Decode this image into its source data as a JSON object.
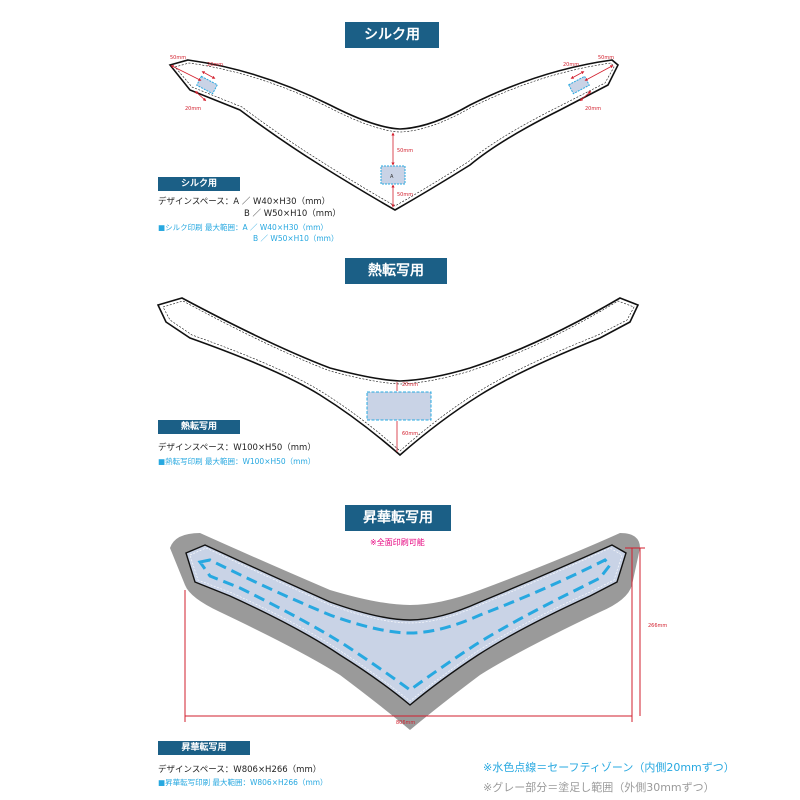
{
  "silk": {
    "banner": "シルク用",
    "sub_label": "シルク用",
    "spec_a": "デザインスペース：A ／ W40×H30（mm）",
    "spec_b": "B ／ W50×H10（mm）",
    "print_a": "■シルク印刷 最大範囲：A ／ W40×H30（mm）",
    "print_b": "B ／ W50×H10（mm）",
    "dims": {
      "d50_left": "50mm",
      "d20_left_top": "20mm",
      "d20_left_bottom": "20mm",
      "d20_right_top": "20mm",
      "d50_right": "50mm",
      "d20_right_bottom": "20mm",
      "d50_center_top": "50mm",
      "d50_center_bottom": "50mm",
      "area_a": "A"
    }
  },
  "heat": {
    "banner": "熱転写用",
    "sub_label": "熱転写用",
    "spec": "デザインスペース：W100×H50（mm）",
    "print": "■熱転写印刷 最大範囲：W100×H50（mm）",
    "dims": {
      "d20": "20mm",
      "d60": "60mm"
    }
  },
  "sublimation": {
    "banner": "昇華転写用",
    "full_print": "※全面印刷可能",
    "sub_label": "昇華転写用",
    "spec": "デザインスペース：W806×H266（mm）",
    "print": "■昇華転写印刷 最大範囲：W806×H266（mm）",
    "dims": {
      "width": "806mm",
      "height": "266mm"
    }
  },
  "legend": {
    "line1": "※水色点線＝セーフティゾーン（内側20mmずつ）",
    "line2": "※グレー部分＝塗足し範囲（外側30mmずつ）"
  },
  "colors": {
    "banner": "#1b5f86",
    "dim_red": "#d21f2d",
    "safety_blue": "#27a8e0",
    "bleed_gray": "#9a9a9a",
    "area_fill": "#c9d3e6"
  }
}
